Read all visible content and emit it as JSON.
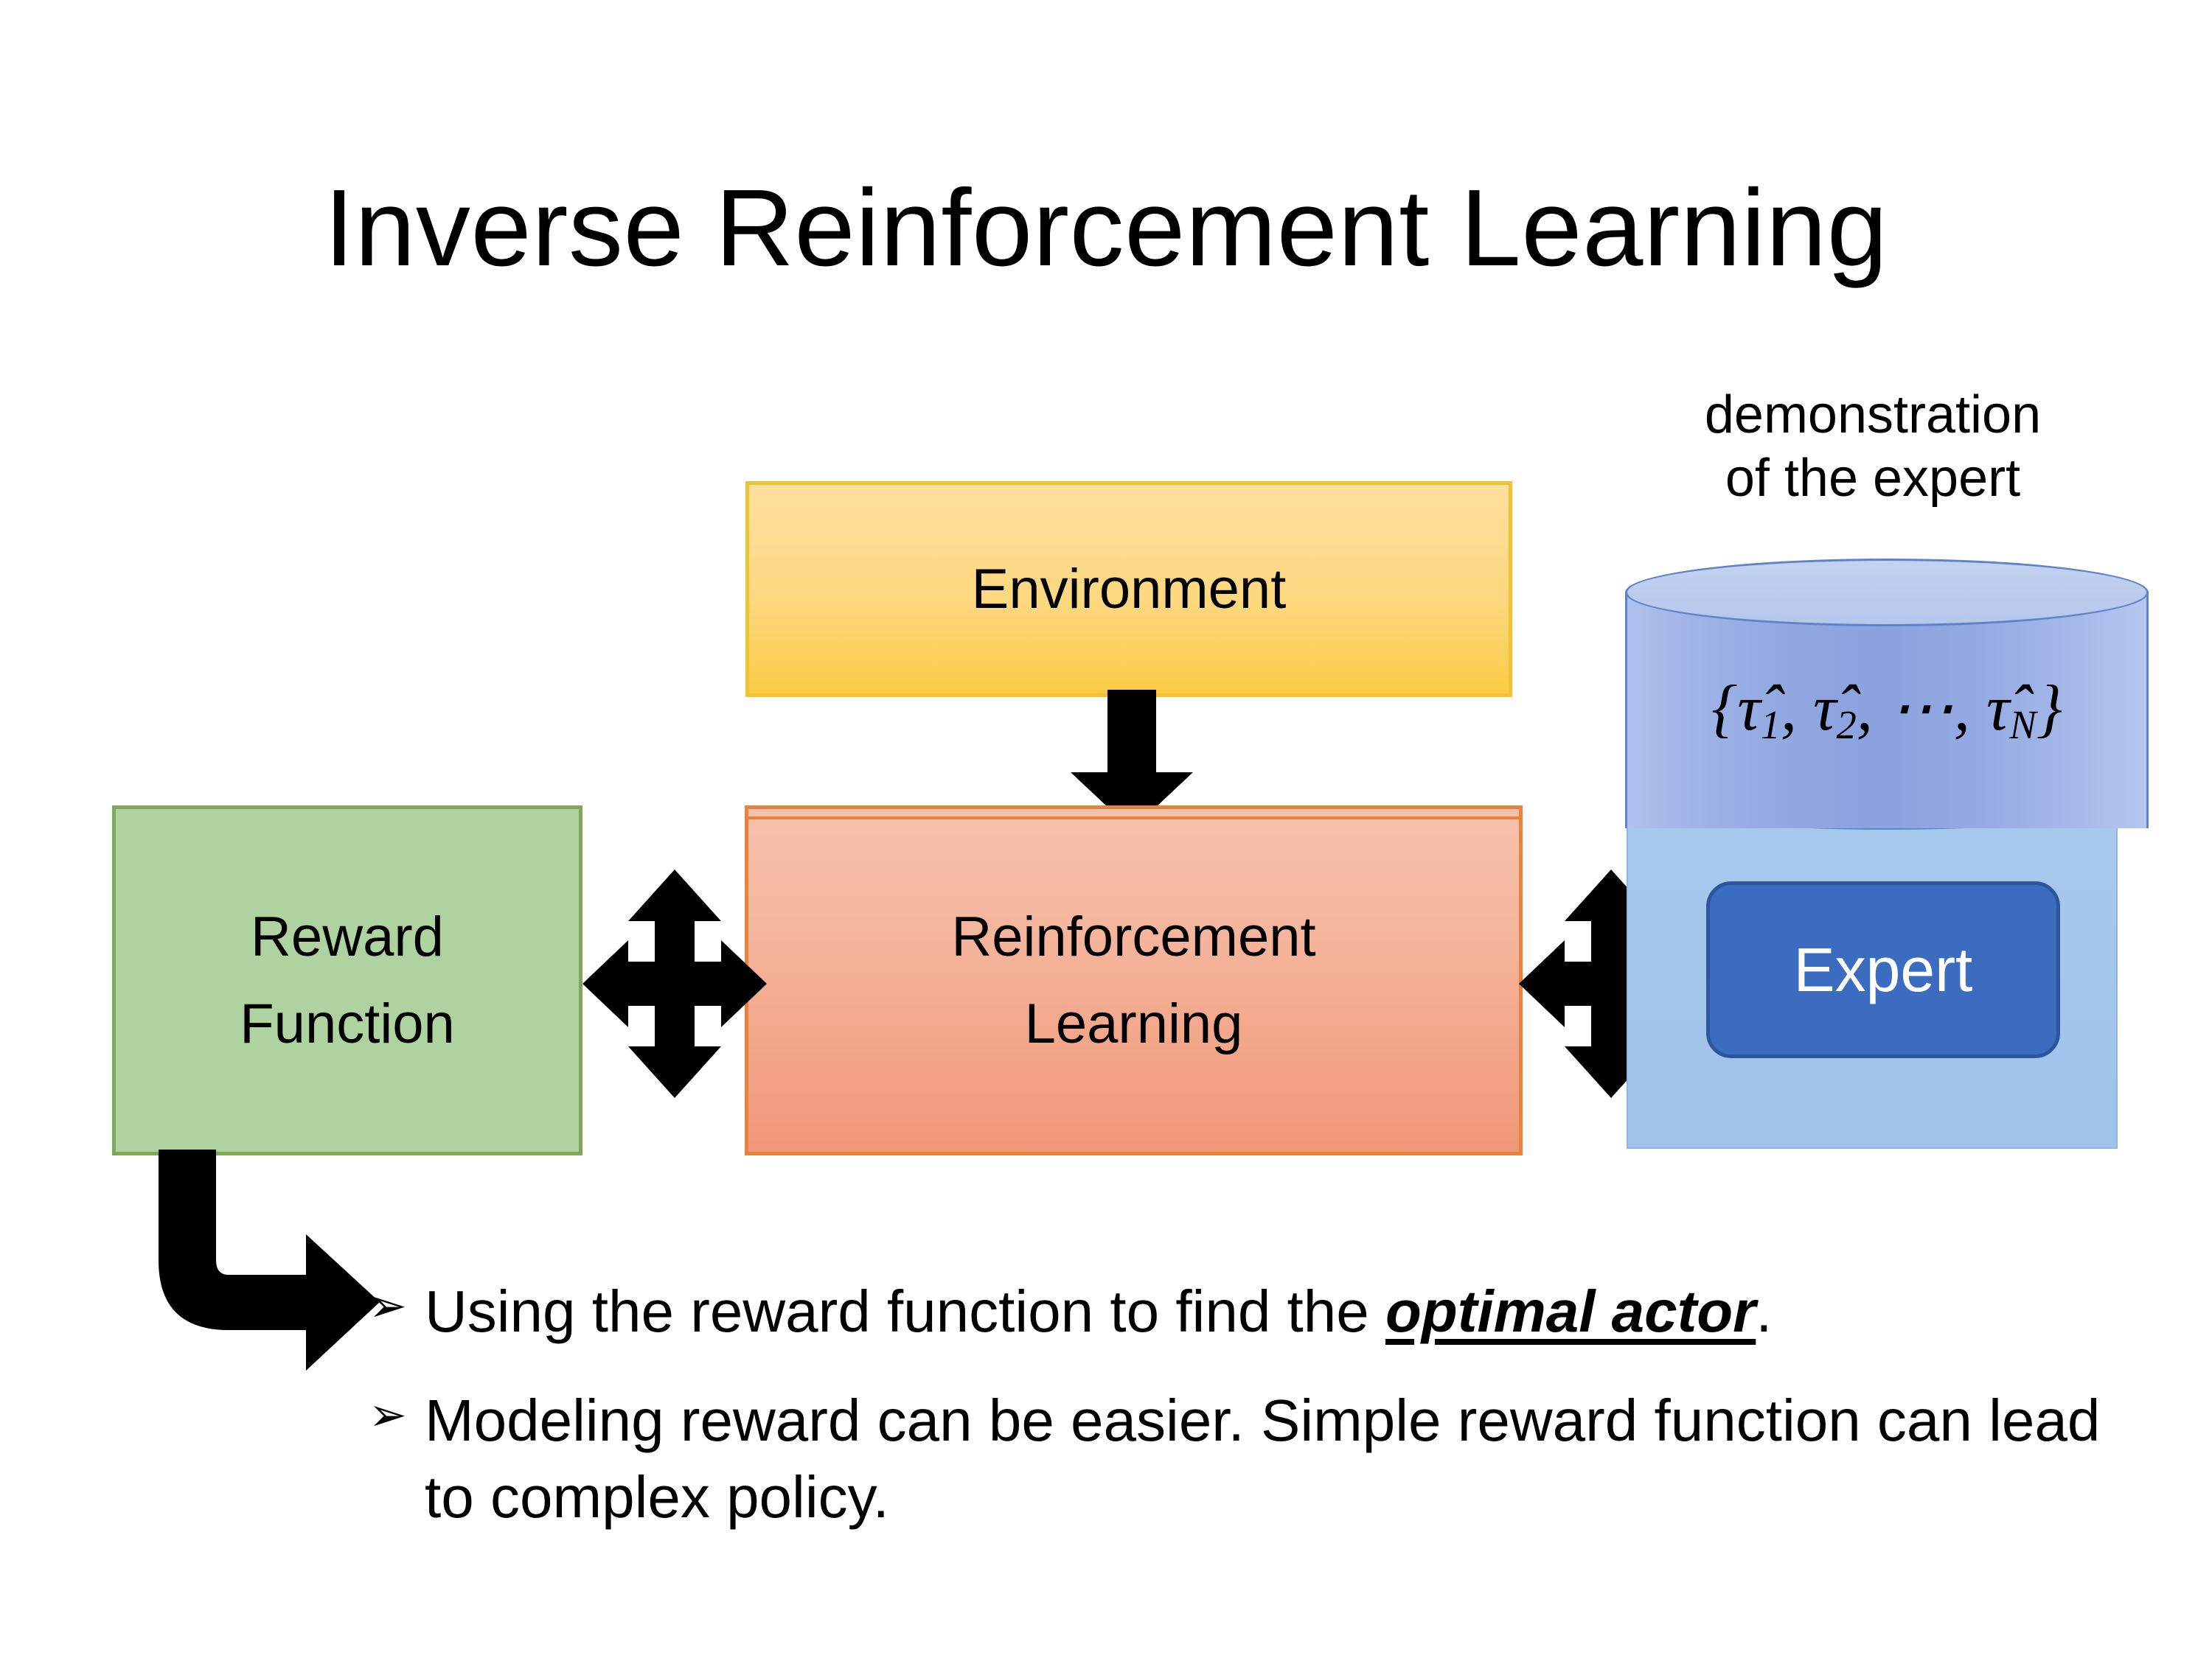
{
  "slide": {
    "title": "Inverse Reinforcement Learning",
    "background_color": "#FFFFFF"
  },
  "diagram": {
    "environment": {
      "label": "Environment",
      "fill_top": "#FDDFA0",
      "fill_bottom": "#FBCB45",
      "border_color": "#F2C230"
    },
    "reinforcement_learning": {
      "label_line1": "Reinforcement",
      "label_line2": "Learning",
      "fill_top": "#F6C2AC",
      "fill_bottom": "#F09878",
      "border_color": "#E8823C"
    },
    "reward_function": {
      "label_line1": "Reward",
      "label_line2": "Function",
      "fill": "#AFD3A0",
      "border_color": "#7FA95A"
    },
    "expert_panel": {
      "fill": "#A8C9EC",
      "border_color": "#8DB7E2"
    },
    "expert_chip": {
      "label": "Expert",
      "fill": "#3B6CC0",
      "border_color": "#2D569B",
      "text_color": "#FFFFFF"
    },
    "demonstration": {
      "caption_line1": "demonstration",
      "caption_line2": "of the expert",
      "cylinder_label": "{τ̂1, τ̂2, ⋯, τ̂N}",
      "cylinder_label_parts": {
        "open_brace": "{",
        "tau1": "τ̂",
        "sub1": "1",
        "comma1": ", ",
        "tau2": "τ̂",
        "sub2": "2",
        "comma2": ", ",
        "ellipsis": "⋯",
        "comma3": ", ",
        "tauN": "τ̂",
        "subN": "N",
        "close_brace": "}"
      },
      "cylinder_fill": "#8AA2DE",
      "cylinder_top_fill": "#C3D2F0",
      "cylinder_border": "#5E83C9"
    },
    "arrows": {
      "environment_to_rl": "down-arrow",
      "reward_to_rl": "quad-arrow",
      "rl_to_expert": "quad-arrow",
      "reward_to_bullets": "bent-arrow",
      "color": "#000000"
    }
  },
  "bullets": [
    {
      "marker": "➢",
      "prefix": "Using the reward function to find the ",
      "emphasis": "optimal actor",
      "suffix": "."
    },
    {
      "marker": "➢",
      "prefix": "Modeling reward can be easier. Simple reward function can lead to complex policy.",
      "emphasis": "",
      "suffix": ""
    }
  ]
}
